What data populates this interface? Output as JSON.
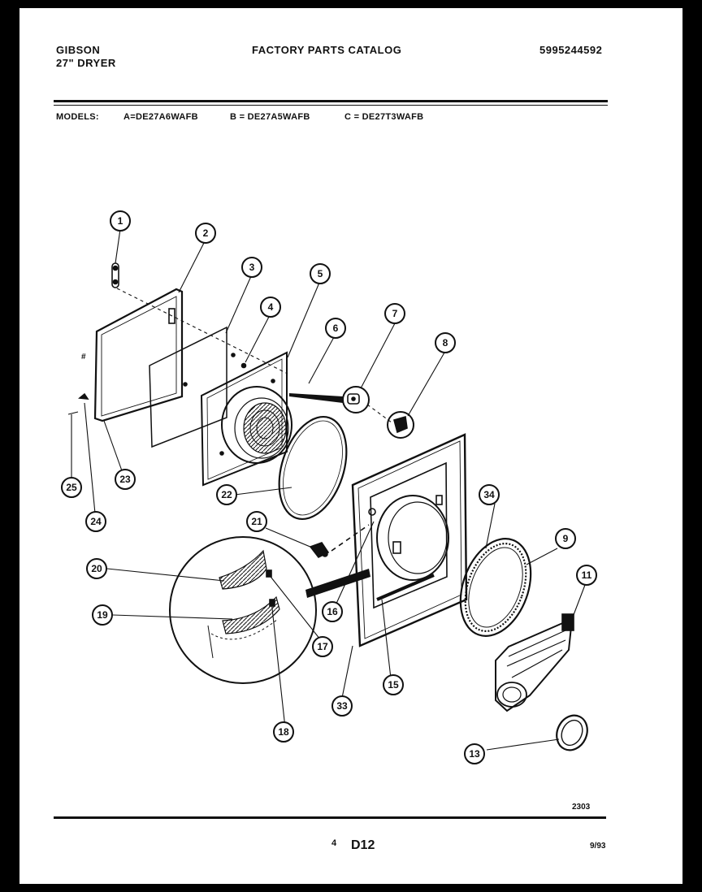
{
  "header": {
    "brand": "GIBSON",
    "product": "27\" DRYER",
    "catalog_title": "FACTORY PARTS CATALOG",
    "catalog_number": "5995244592"
  },
  "models": {
    "label": "MODELS:",
    "a": "A=DE27A6WAFB",
    "b": "B = DE27A5WAFB",
    "c": "C = DE27T3WAFB"
  },
  "diagram": {
    "callouts": [
      "1",
      "2",
      "3",
      "4",
      "5",
      "6",
      "7",
      "8",
      "9",
      "11",
      "13",
      "15",
      "16",
      "17",
      "18",
      "19",
      "20",
      "21",
      "22",
      "23",
      "24",
      "25",
      "33",
      "34"
    ]
  },
  "footer": {
    "drawing_code": "2303",
    "page_number": "4",
    "section_code": "D12",
    "date_code": "9/93"
  },
  "colors": {
    "ink": "#111111",
    "paper": "#ffffff",
    "border": "#000000"
  }
}
